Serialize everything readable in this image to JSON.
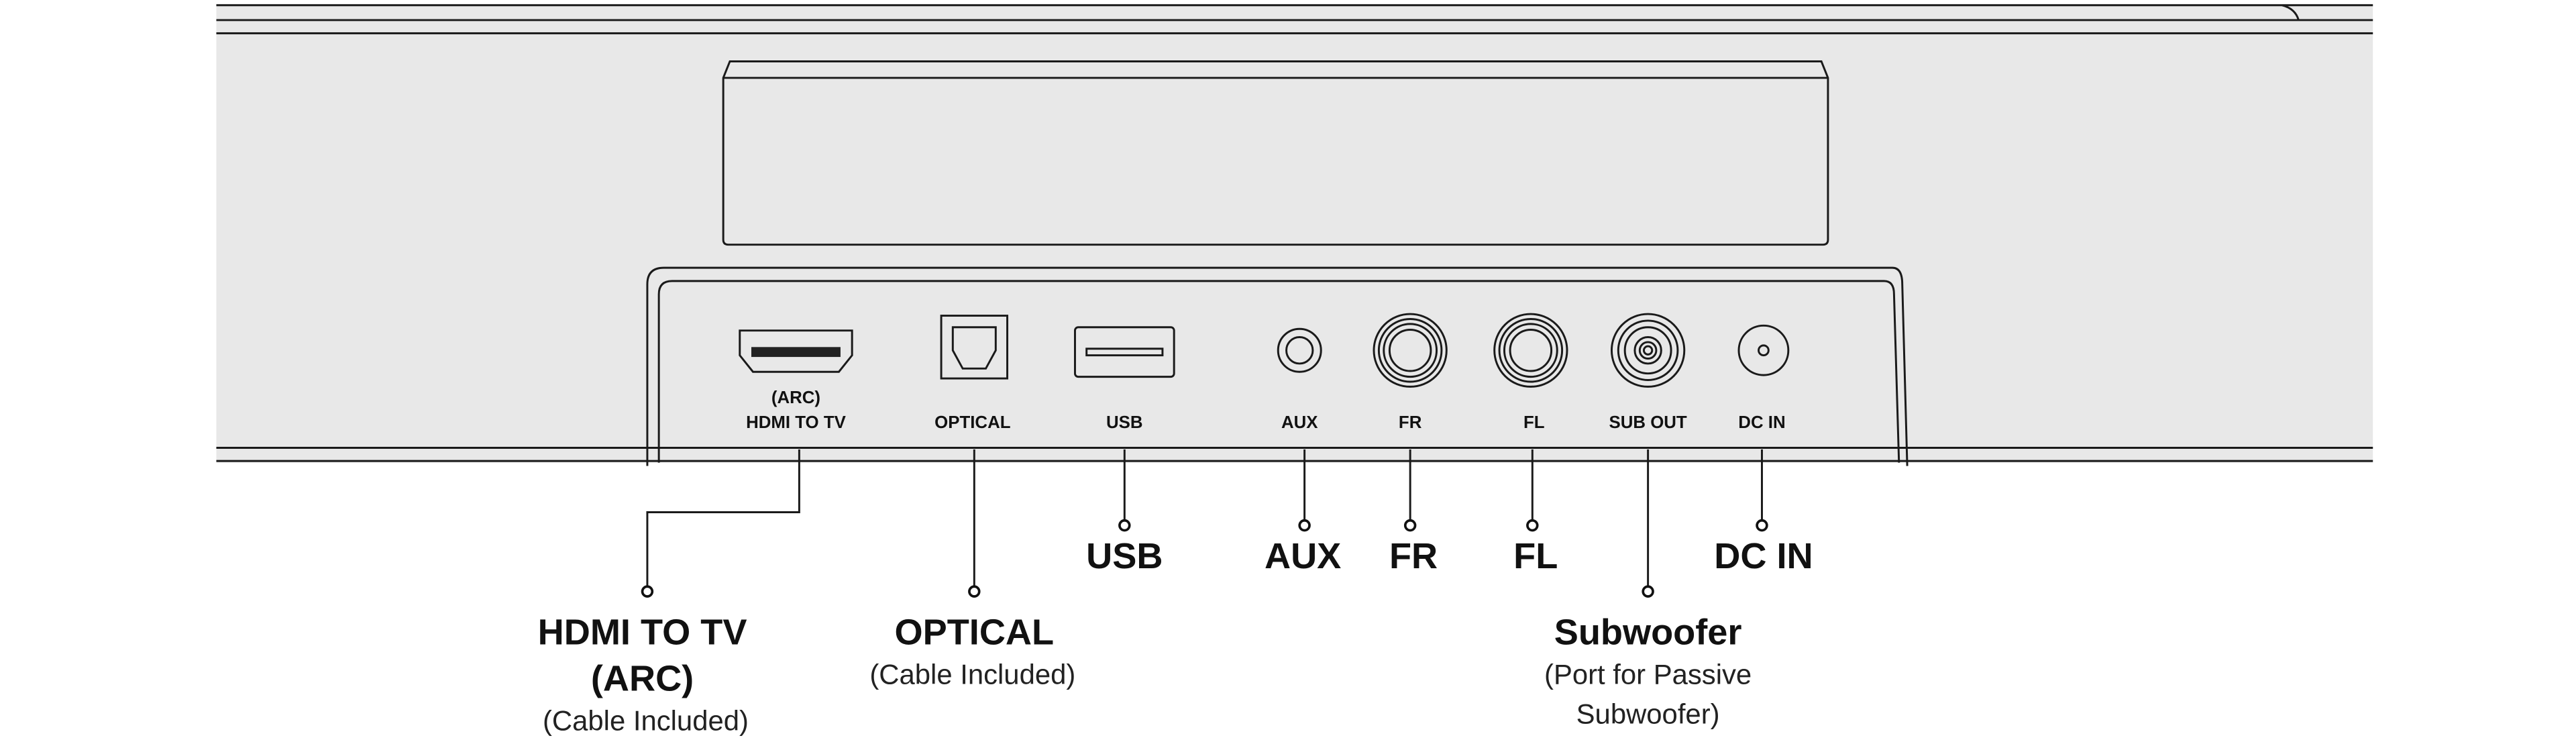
{
  "port_labels": {
    "hdmi_arc": "(ARC)",
    "hdmi": "HDMI TO TV",
    "optical": "OPTICAL",
    "usb": "USB",
    "aux": "AUX",
    "fr": "FR",
    "fl": "FL",
    "sub_out": "SUB OUT",
    "dc_in": "DC IN"
  },
  "callouts": {
    "hdmi": {
      "title": "HDMI TO TV",
      "title2": "(ARC)",
      "note": "(Cable Included)"
    },
    "optical": {
      "title": "OPTICAL",
      "note": "(Cable Included)"
    },
    "usb": {
      "title": "USB"
    },
    "aux": {
      "title": "AUX"
    },
    "fr": {
      "title": "FR"
    },
    "fl": {
      "title": "FL"
    },
    "subwoofer": {
      "title": "Subwoofer",
      "note1": "(Port for Passive",
      "note2": "Subwoofer)"
    },
    "dc_in": {
      "title": "DC IN"
    }
  },
  "colors": {
    "body": "#e8e8e8",
    "line": "#1a1a1a"
  }
}
